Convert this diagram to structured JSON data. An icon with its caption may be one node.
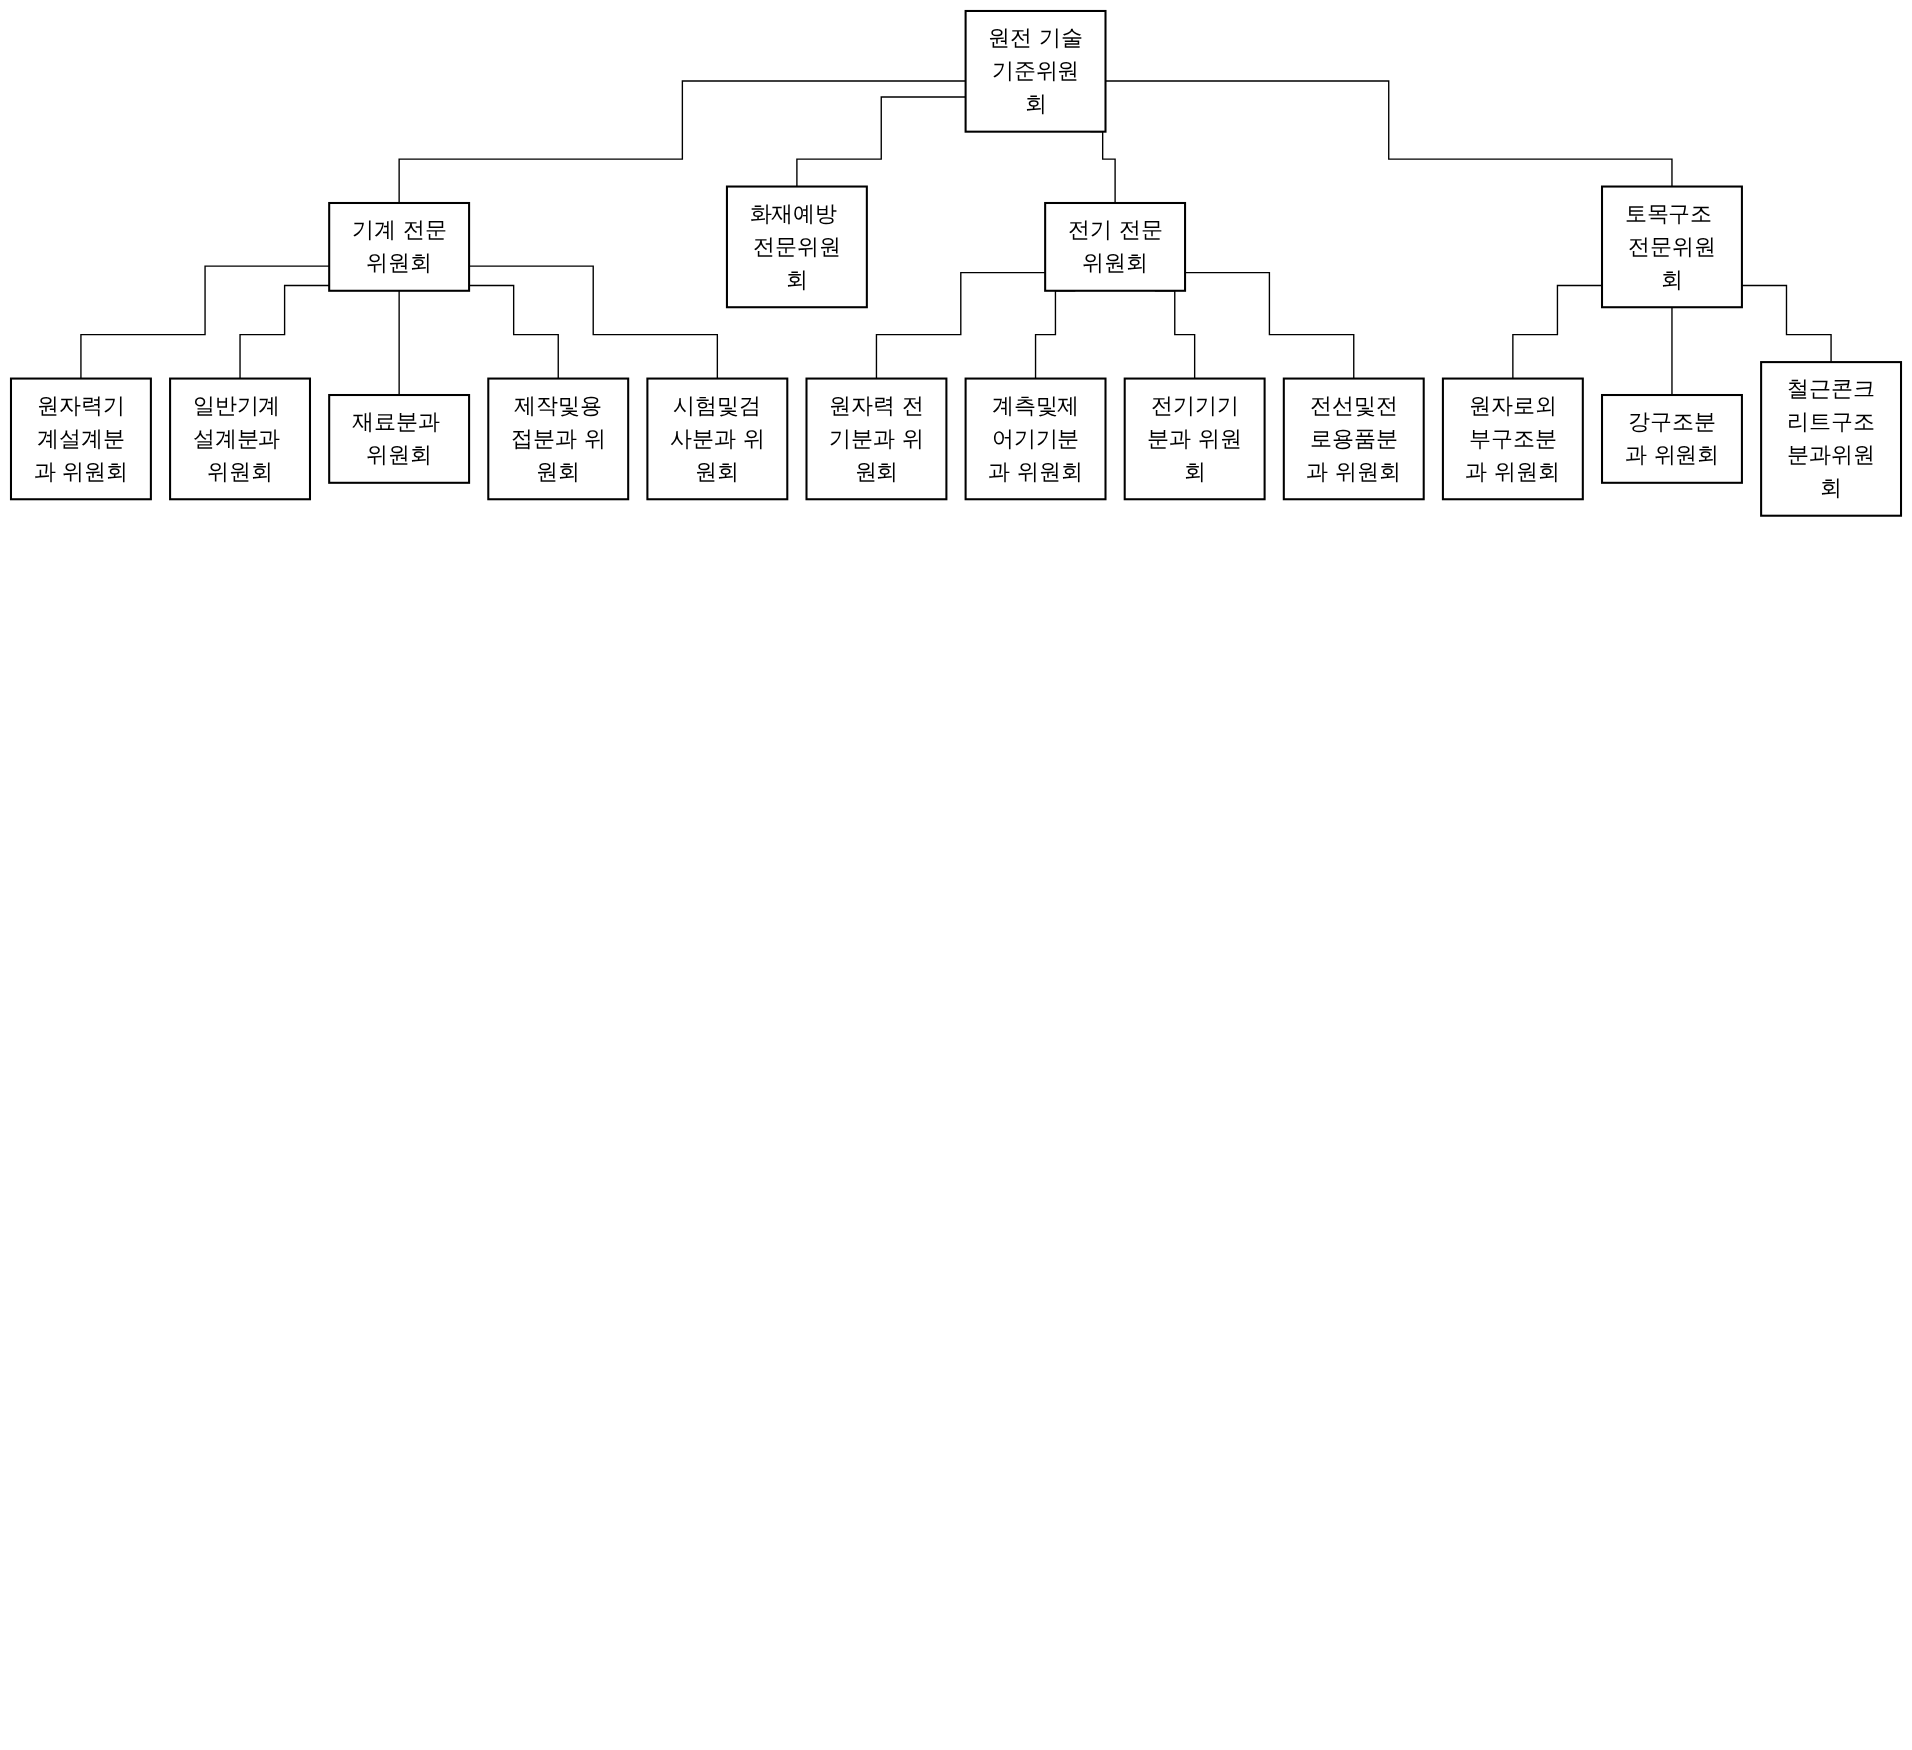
{
  "diagram": {
    "nodes": [
      {
        "text": [
          "원전 기술기준위원회"
        ]
      },
      {
        "text": [
          "기계 전문위원회"
        ]
      },
      {
        "text": [
          "화재예방 전문위원회"
        ]
      },
      {
        "text": [
          "전기 전문위원회"
        ]
      },
      {
        "text": [
          "토목구조 전문위원회"
        ]
      },
      {
        "text": [
          "원자력기계설계분과 위원회"
        ]
      },
      {
        "text": [
          "일반기계 설계분과 위원회"
        ]
      },
      {
        "text": [
          "재료분과 위원회"
        ]
      },
      {
        "text": [
          "제작및용접분과 위원회"
        ]
      },
      {
        "text": [
          "시험및검사분과 위원회"
        ]
      },
      {
        "text": [
          "원자력 전기분과 위원회"
        ]
      },
      {
        "text": [
          "계측및제어기기분과 위원회"
        ]
      },
      {
        "text": [
          "전기기기분과 위원회"
        ]
      },
      {
        "text": [
          "전선및전로용품분과 위원회"
        ]
      },
      {
        "text": [
          "원자로외부구조분과 위원회"
        ]
      },
      {
        "text": [
          "강구조분과 위원회"
        ]
      },
      {
        "text": [
          "철근콘크리트구조분과위원회"
        ]
      }
    ],
    "edges": [
      {
        "from": 0,
        "to": 1,
        "arrow": "none"
      },
      {
        "from": 0,
        "to": 2,
        "arrow": "none"
      },
      {
        "from": 0,
        "to": 3,
        "arrow": "none"
      },
      {
        "from": 0,
        "to": 4,
        "arrow": "none"
      },
      {
        "from": 1,
        "to": 5,
        "arrow": "none"
      },
      {
        "from": 1,
        "to": 6,
        "arrow": "none"
      },
      {
        "from": 1,
        "to": 7,
        "arrow": "none"
      },
      {
        "from": 1,
        "to": 8,
        "arrow": "none"
      },
      {
        "from": 1,
        "to": 9,
        "arrow": "none"
      },
      {
        "from": 3,
        "to": 10,
        "arrow": "none"
      },
      {
        "from": 3,
        "to": 11,
        "arrow": "none"
      },
      {
        "from": 3,
        "to": 12,
        "arrow": "none"
      },
      {
        "from": 3,
        "to": 13,
        "arrow": "none"
      },
      {
        "from": 4,
        "to": 14,
        "arrow": "none"
      },
      {
        "from": 4,
        "to": 15,
        "arrow": "none"
      },
      {
        "from": 4,
        "to": 16,
        "arrow": "none"
      }
    ]
  }
}
